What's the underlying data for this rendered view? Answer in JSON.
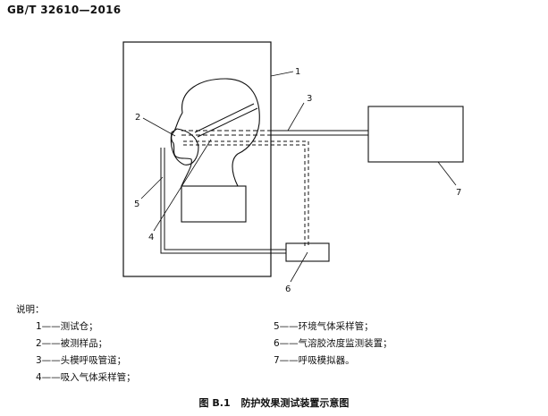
{
  "header": {
    "standard_number": "GB/T 32610—2016"
  },
  "figure": {
    "callouts": [
      {
        "id": "1",
        "text": "1"
      },
      {
        "id": "2",
        "text": "2"
      },
      {
        "id": "3",
        "text": "3"
      },
      {
        "id": "4",
        "text": "4"
      },
      {
        "id": "5",
        "text": "5"
      },
      {
        "id": "6",
        "text": "6"
      },
      {
        "id": "7",
        "text": "7"
      }
    ]
  },
  "legend": {
    "title": "说明：",
    "left_items": [
      "1——测试仓；",
      "2——被测样品；",
      "3——头模呼吸管道；",
      "4——吸入气体采样管；"
    ],
    "right_items": [
      "5——环境气体采样管；",
      "6——气溶胶浓度监测装置；",
      "7——呼吸模拟器。"
    ]
  },
  "caption": {
    "label": "图 B.1",
    "title": "防护效果测试装置示意图"
  }
}
